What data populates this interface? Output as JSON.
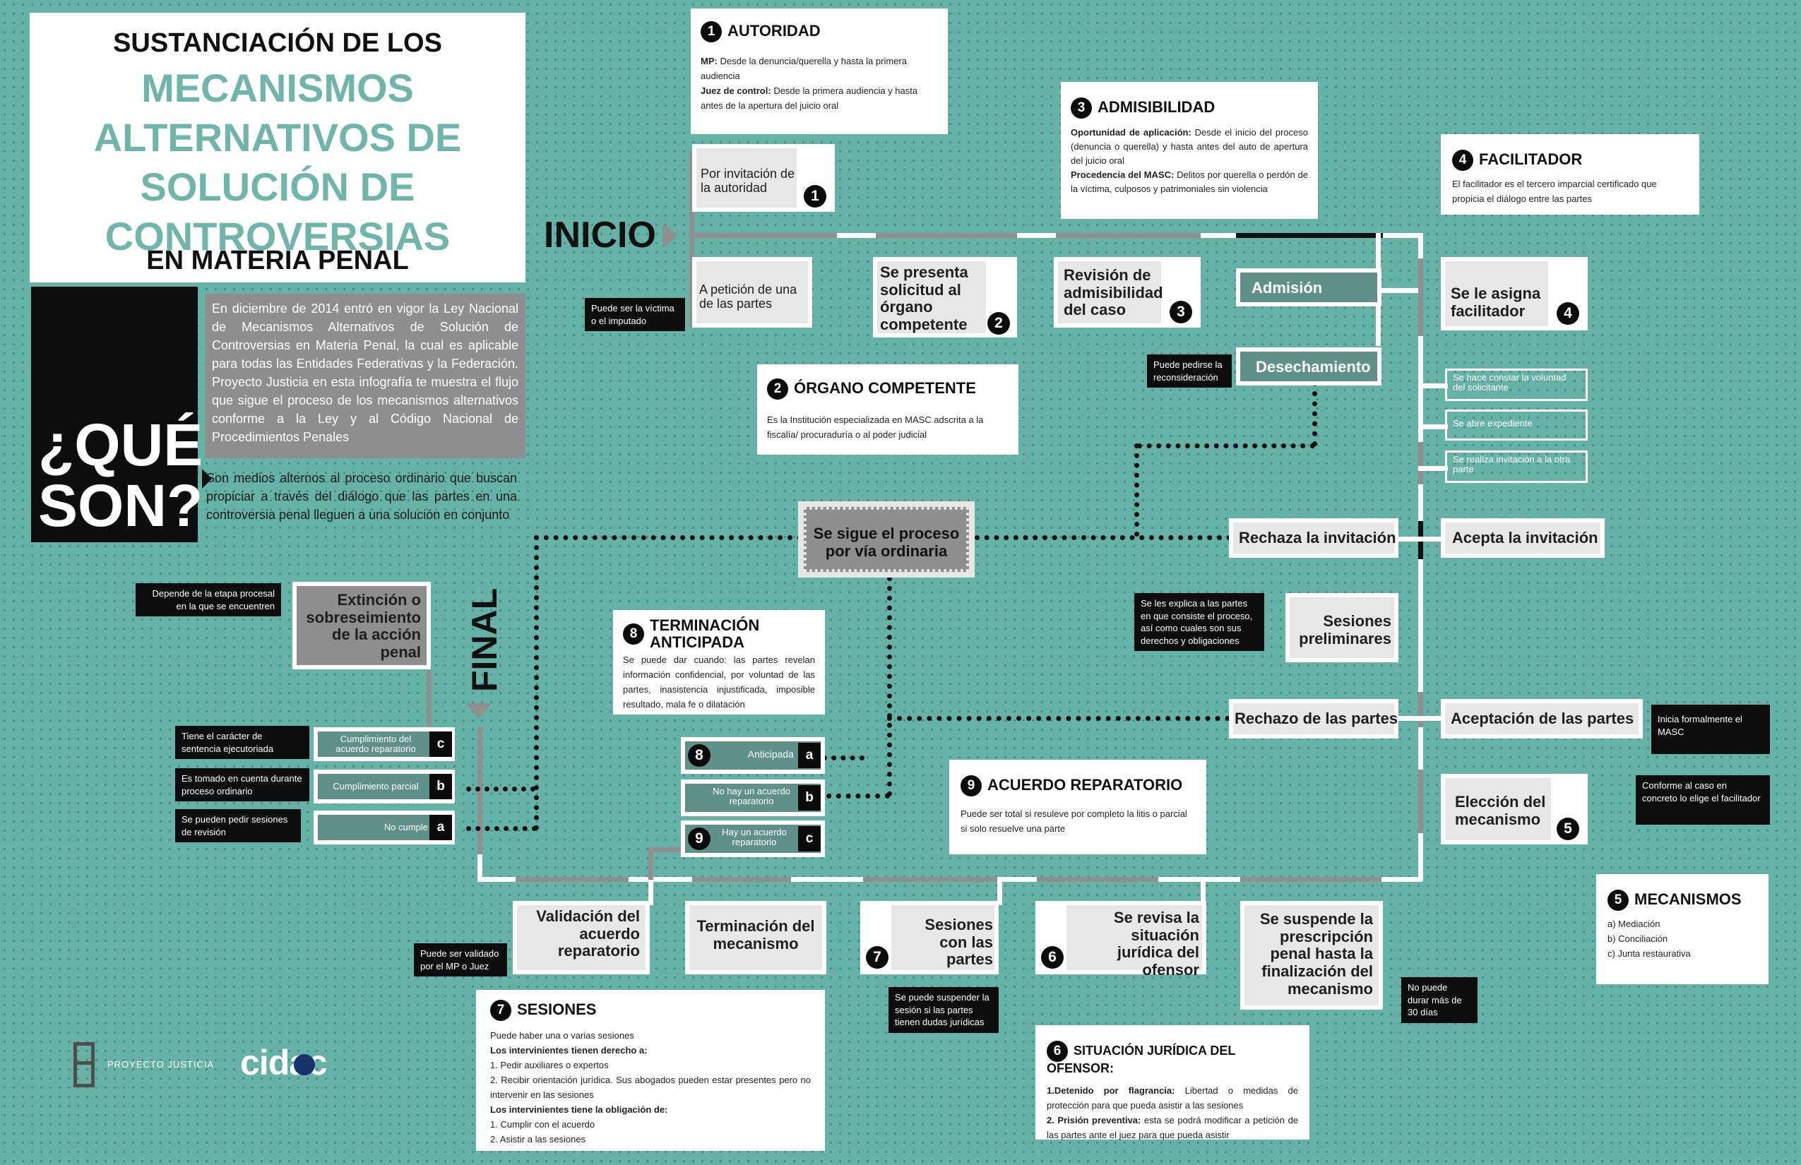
{
  "title": {
    "line1": "SUSTANCIACIÓN DE LOS",
    "teal": [
      "MECANISMOS",
      "ALTERNATIVOS DE",
      "SOLUCIÓN DE",
      "CONTROVERSIAS"
    ],
    "line_last": "EN MATERIA PENAL"
  },
  "intro": "En diciembre de 2014 entró en vigor la Ley Nacional de Mecanismos Alternativos de Solución de Controversias en Materia Penal, la cual es aplicable para todas las Entidades Federativas y la Federación. Proyecto Justicia en esta infografía te muestra el flujo que sigue el proceso de los mecanismos alternativos conforme a la Ley y al Código Nacional de Procedimientos Penales",
  "que_son": {
    "heading_1": "¿QUÉ",
    "heading_2": "SON?",
    "text": "Son medios alternos al proceso ordinario que buscan propiciar a través del diálogo que las partes en una controversia penal lleguen a una solución en conjunto"
  },
  "flow_labels": {
    "inicio": "INICIO",
    "final": "FINAL"
  },
  "info_boxes": {
    "autoridad": {
      "num": "1",
      "title": "AUTORIDAD",
      "mp_label": "MP:",
      "mp_text": "Desde la denuncia/querella y hasta la primera audiencia",
      "juez_label": "Juez de control:",
      "juez_text": "Desde la primera audiencia y hasta antes de la apertura del juicio oral"
    },
    "admisibilidad": {
      "num": "3",
      "title": "ADMISIBILIDAD",
      "op_label": "Oportunidad de aplicación:",
      "op_text": "Desde el inicio del proceso (denuncia o querella) y hasta antes del auto de apertura del juicio oral",
      "proc_label": "Procedencia del MASC:",
      "proc_text": "Delitos por querella o perdón de la víctima, culposos y patrimoniales sin violencia"
    },
    "facilitador": {
      "num": "4",
      "title": "FACILITADOR",
      "text": "El facilitador es el tercero imparcial certificado que propicia el diálogo entre las partes"
    },
    "organo": {
      "num": "2",
      "title": "ÓRGANO COMPETENTE",
      "text": "Es la Institución especializada en MASC adscrita a la fiscalía/ procuraduría o al poder judicial"
    },
    "terminacion": {
      "num": "8",
      "title_1": "TERMINACIÓN",
      "title_2": "ANTICIPADA",
      "text": "Se puede dar cuando: las partes revelan información confidencial, por voluntad de las partes, inasistencia injustificada, imposible resultado, mala fe o dilatación"
    },
    "acuerdo": {
      "num": "9",
      "title": "ACUERDO REPARATORIO",
      "text": "Puede ser total si resuleve por completo la litis o parcial si solo resuelve una parte"
    },
    "mecanismos": {
      "num": "5",
      "title": "MECANISMOS",
      "items": [
        "a) Mediación",
        "b) Conciliación",
        "c) Junta restaurativa"
      ]
    },
    "sesiones": {
      "num": "7",
      "title": "SESIONES",
      "l1": "Puede haber una o varias sesiones",
      "l2": "Los intervinientes tienen derecho a:",
      "l3": "1. Pedir auxiliares o expertos",
      "l4": "2. Recibir orientación jurídica. Sus abogados pueden estar presentes pero no intervenir en las sesiones",
      "l5": "Los intervinientes tiene la obligación de:",
      "l6": "1. Cumplir con el acuerdo",
      "l7": "2. Asistir a las sesiones"
    },
    "situacion": {
      "num": "6",
      "title": "SITUACIÓN JURÍDICA DEL OFENSOR:",
      "d_label": "1.Detenido por flagrancia:",
      "d_text": "Libertad o medidas de protección para que pueda asistir a las sesiones",
      "p_label": "2. Prisión preventiva:",
      "p_text": "esta se podrá modificar a petición de las partes ante el juez para que pueda asistir"
    }
  },
  "nodes": {
    "invitacion": {
      "text": "Por invitación de la autoridad",
      "num": "1"
    },
    "peticion": {
      "text": "A petición de una de las partes"
    },
    "solicitud": {
      "text": "Se presenta solicitud al órgano competente",
      "num": "2"
    },
    "revision": {
      "text": "Revisión de admisibilidad del caso",
      "num": "3"
    },
    "admision": {
      "text": "Admisión"
    },
    "desechamiento": {
      "text": "Desechamiento"
    },
    "asigna": {
      "text": "Se le asigna facilitador",
      "num": "4"
    },
    "constar": {
      "text": "Se hace constar la voluntad del solicitante"
    },
    "expediente": {
      "text": "Se abre expediente"
    },
    "realiza": {
      "text": "Se realiza invitación a la otra parte"
    },
    "rechaza": {
      "text": "Rechaza la invitación"
    },
    "acepta": {
      "text": "Acepta la invitación"
    },
    "ordinaria": {
      "text": "Se sigue el proceso por vía ordinaria"
    },
    "preliminares": {
      "text": "Sesiones preliminares"
    },
    "rechazo": {
      "text": "Rechazo de las partes"
    },
    "aceptacion": {
      "text": "Aceptación de las partes"
    },
    "eleccion": {
      "text": "Elección del mecanismo",
      "num": "5"
    },
    "extincion": {
      "text": "Extinción o sobreseimiento de la acción penal"
    },
    "validacion": {
      "text": "Validación del acuerdo reparatorio"
    },
    "termmec": {
      "text": "Terminación del mecanismo"
    },
    "sesiones": {
      "text": "Sesiones con las partes",
      "num": "7"
    },
    "revisa": {
      "text": "Se revisa la situación jurídica del ofensor",
      "num": "6"
    },
    "suspende": {
      "text": "Se suspende la prescripción penal hasta la finalización del mecanismo"
    }
  },
  "outcomes": [
    {
      "text": "Anticipada",
      "num": "8",
      "letter": "a"
    },
    {
      "text": "No hay un acuerdo reparatorio",
      "letter": "b"
    },
    {
      "text": "Hay un acuerdo reparatorio",
      "num": "9",
      "letter": "c"
    }
  ],
  "compliance": [
    {
      "text": "Cumplimiento del acuerdo reparatorio",
      "letter": "c",
      "note": "Tiene el carácter de sentencia ejecutoriada"
    },
    {
      "text": "Cumplimiento parcial",
      "letter": "b",
      "note": "Es tomado en cuenta durante proceso ordinario"
    },
    {
      "text": "No cumple",
      "letter": "a",
      "note": "Se pueden pedir sesiones de revisión"
    }
  ],
  "notes": {
    "victima": "Puede ser la víctima o el imputado",
    "reconsideracion": "Puede pedirse la reconsideración",
    "explica": "Se les explica a las partes en que consiste el proceso, así como cuales son sus derechos y obligaciones",
    "inicia": "Inicia formalmente el MASC",
    "conforme": "Conforme al caso en concreto lo elige el facilitador",
    "depende": "Depende de la etapa procesal en la que se encuentren",
    "validado": "Puede ser validado por el MP o Juez",
    "suspender": "Se puede suspender la sesión si las partes tienen dudas jurídicas",
    "durar": "No puede durar más de 30 días"
  },
  "logos": {
    "proyecto": "PROYECTO JUSTICIA",
    "cidac": "cidac"
  }
}
